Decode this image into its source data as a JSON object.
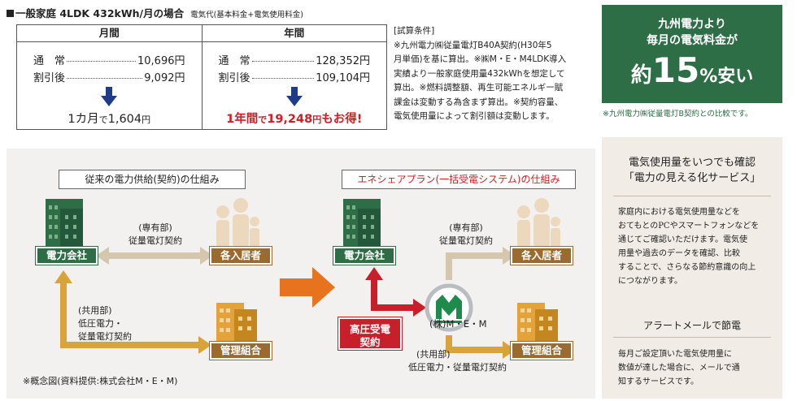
{
  "heading": {
    "title": "一般家庭 4LDK 432kWh/月の場合",
    "sub": "電気代(基本料金+電気使用料金)"
  },
  "table": {
    "monthly": {
      "header": "月間",
      "row1_label": "通　常",
      "row1_value": "10,696円",
      "row2_label": "割引後",
      "row2_value": "9,092円",
      "result_a": "1カ月",
      "result_b": "で",
      "result_c": "1,604",
      "result_d": "円"
    },
    "yearly": {
      "header": "年間",
      "row1_label": "通　常",
      "row1_value": "128,352円",
      "row2_label": "割引後",
      "row2_value": "109,104円",
      "result_a": "1年間",
      "result_b": "で",
      "result_c": "19,248",
      "result_d": "円",
      "result_e": "もお得!"
    },
    "arrow_color": "#1f3c88"
  },
  "conditions": {
    "title": "[試算条件]",
    "lines": [
      "※九州電力㈱従量電灯B40A契約(H30年5",
      "月単価)を基に算出。※㈱M・E・M4LDK導入",
      "実績より一般家庭使用量432kWhを想定して",
      "算出。※燃料調整額、再生可能エネルギー賦",
      "課金は変動する為含まず算出。※契約容量、",
      "電気使用量によって割引額は変動します。"
    ]
  },
  "highlight": {
    "line1": "九州電力より",
    "line2": "毎月の電気料金が",
    "pre": "約",
    "num": "15",
    "suf": "%安い",
    "note": "※九州電力㈱従量電灯B契約との比較です。",
    "color": "#2e6e46"
  },
  "side": {
    "title_line1": "電気使用量をいつでも確認",
    "title_line2": "「電力の見える化サービス」",
    "para1": [
      "家庭内における電気使用量などを",
      "おてもとのPCやスマートフォンなどを",
      "通じてご確認いただけます。電気使",
      "用量や過去のデータを確認、比較",
      "することで、さらなる節約意識の向上",
      "につながります。"
    ],
    "title2": "アラートメールで節電",
    "para2": [
      "毎月ご設定頂いた電気使用量に",
      "数値が達した場合に、メールで通",
      "知するサービスです。"
    ]
  },
  "diagram": {
    "left_title": "従来の電力供給(契約)の仕組み",
    "right_title": "エネシェアプラン(一括受電システム)の仕組み",
    "power_company": "電力会社",
    "residents": "各入居者",
    "management": "管理組合",
    "private_label_1": "(専有部)",
    "private_label_2": "従量電灯契約",
    "common_label_1": "(共用部)",
    "common_label_2": "低圧電力・",
    "common_label_3": "従量電灯契約",
    "high_voltage_1": "高圧受電",
    "high_voltage_2": "契約",
    "mem": "(株)M・E・M",
    "right_common_1": "(共用部)",
    "right_common_2": "低圧電力・従量電灯契約",
    "note": "※概念図(資料提供:株式会社M・E・M)",
    "colors": {
      "green": "#2e6e46",
      "tan": "#d5c6ae",
      "gold": "#d9a33c",
      "red": "#c8202b",
      "orange": "#e8731f"
    }
  }
}
